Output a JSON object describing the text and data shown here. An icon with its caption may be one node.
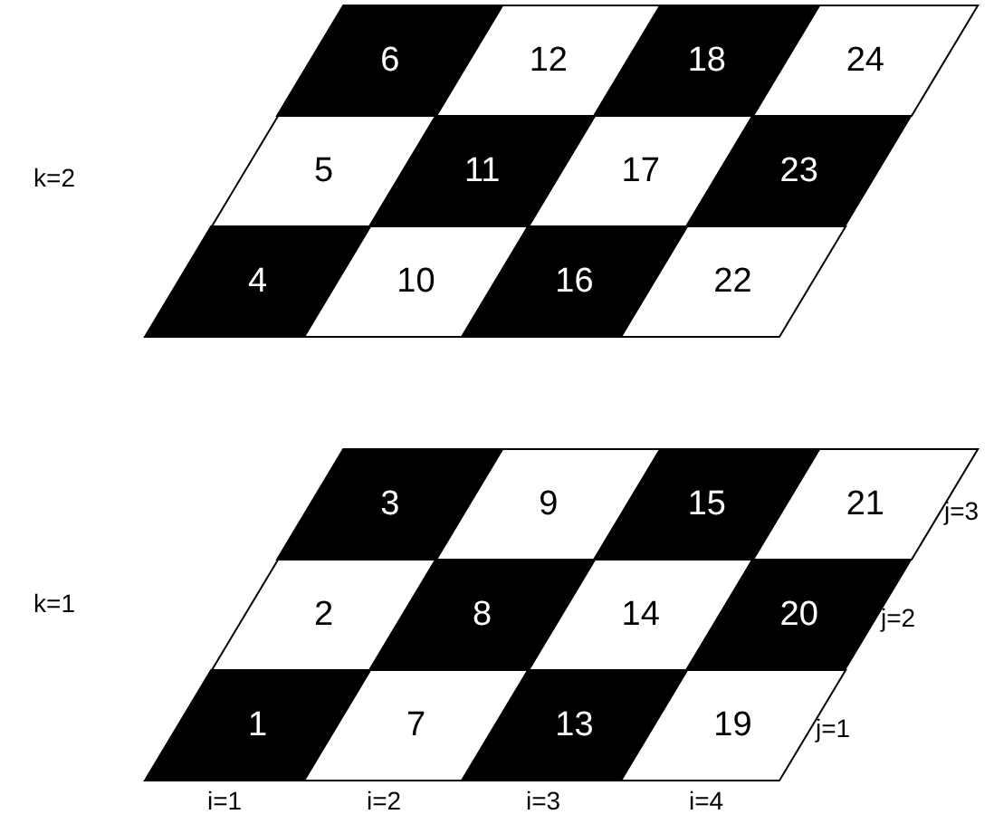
{
  "diagram": {
    "nodes": [
      {
        "text": [
          "6"
        ]
      },
      {
        "text": [
          "12"
        ]
      },
      {
        "text": [
          "18"
        ]
      },
      {
        "text": [
          "24"
        ]
      },
      {
        "text": [
          "5"
        ]
      },
      {
        "text": [
          "11"
        ]
      },
      {
        "text": [
          "17"
        ]
      },
      {
        "text": [
          "23"
        ]
      },
      {
        "text": [
          "4"
        ]
      },
      {
        "text": [
          "10"
        ]
      },
      {
        "text": [
          "16"
        ]
      },
      {
        "text": [
          "22"
        ]
      },
      {
        "text": [
          "3"
        ]
      },
      {
        "text": [
          "9"
        ]
      },
      {
        "text": [
          "15"
        ]
      },
      {
        "text": [
          "21"
        ]
      },
      {
        "text": [
          "2"
        ]
      },
      {
        "text": [
          "8"
        ]
      },
      {
        "text": [
          "14"
        ]
      },
      {
        "text": [
          "20"
        ]
      },
      {
        "text": [
          "1"
        ]
      },
      {
        "text": [
          "7"
        ]
      },
      {
        "text": [
          "13"
        ]
      },
      {
        "text": [
          "19"
        ]
      }
    ],
    "labels": [
      "k=2",
      "k=1",
      "j=3",
      "j=2",
      "j=1",
      "i=1",
      "i=2",
      "i=3",
      "i=4"
    ]
  }
}
